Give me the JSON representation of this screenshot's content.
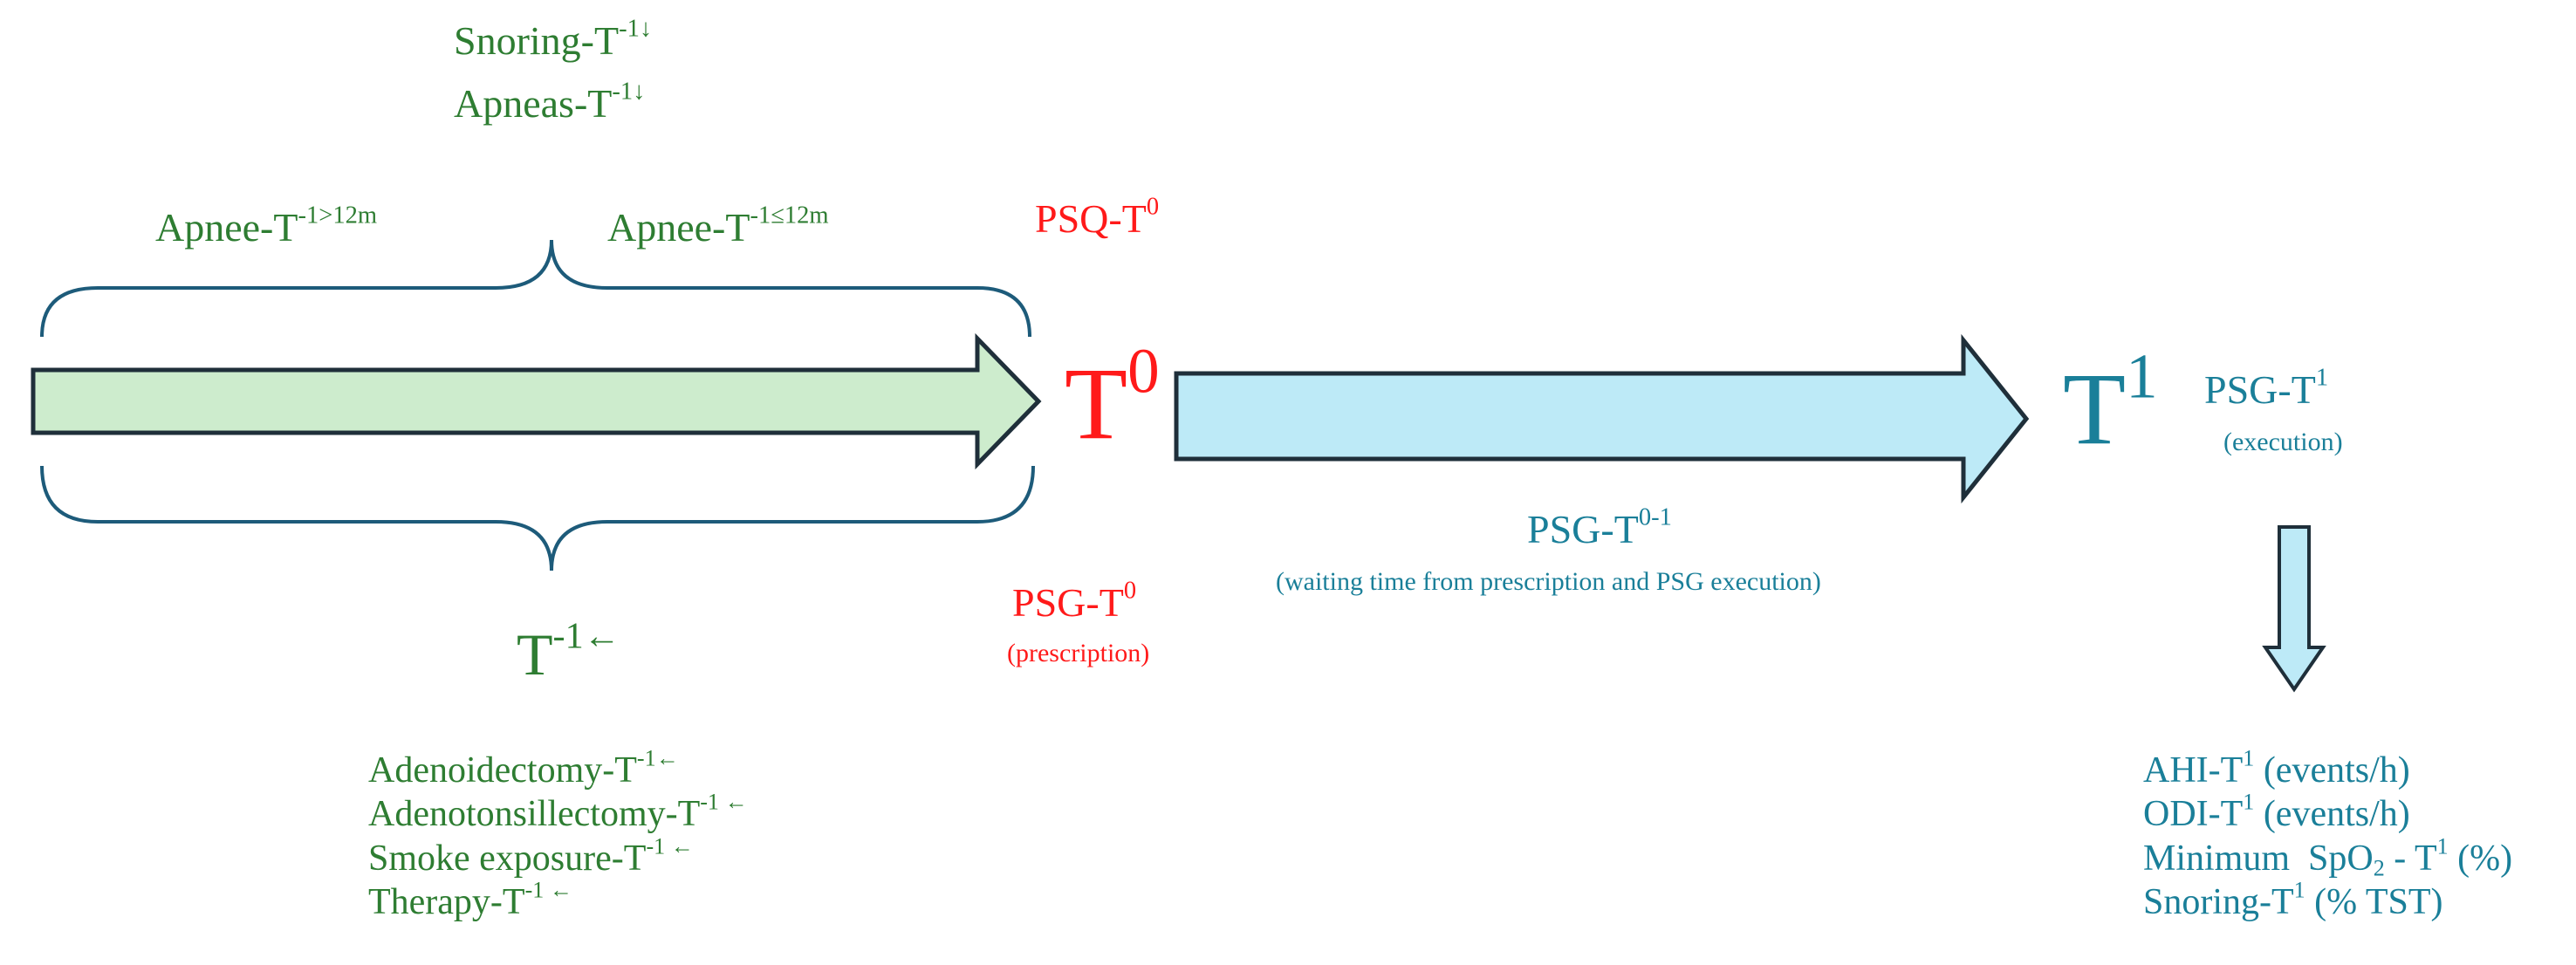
{
  "top": {
    "snoring": {
      "base": "Snoring-T",
      "sup": "-1↓"
    },
    "apneas": {
      "base": "Apneas-T",
      "sup": "-1↓"
    }
  },
  "brace_top": {
    "left": {
      "base": "Apnee-T",
      "sup": "-1>12m"
    },
    "right": {
      "base": "Apnee-T",
      "sup": "-1≤12m"
    }
  },
  "psq_t0": {
    "base": "PSQ-T",
    "sup": "0"
  },
  "t0": {
    "base": "T",
    "sup": "0"
  },
  "t1": {
    "base": "T",
    "sup": "1"
  },
  "psg_t1": {
    "base": "PSG-T",
    "sup": "1",
    "note": "(execution)"
  },
  "psg_t01": {
    "base": "PSG-T",
    "sup": "0-1",
    "note": "(waiting time from prescription and PSG execution)"
  },
  "psg_t0": {
    "base": "PSG-T",
    "sup": "0",
    "note": "(prescription)"
  },
  "t_minus1": {
    "base": "T",
    "sup": "-1←"
  },
  "factors": [
    {
      "base": "Adenoidectomy-T",
      "sup": "-1←"
    },
    {
      "base": "Adenotonsillectomy-T",
      "sup": "-1 ←"
    },
    {
      "base": "Smoke exposure-T",
      "sup": "-1 ←"
    },
    {
      "base": "Therapy-T",
      "sup": "-1 ←"
    }
  ],
  "outcomes": [
    {
      "base": "AHI-T",
      "sup": "1",
      "tail": " (events/h)"
    },
    {
      "base": "ODI-T",
      "sup": "1",
      "tail": " (events/h)"
    },
    {
      "pre": "Minimum  SpO",
      "sub": "2",
      "base": " - T",
      "sup": "1",
      "tail": " (%)"
    },
    {
      "base": "Snoring-T",
      "sup": "1",
      "tail": " (% TST)"
    }
  ],
  "colors": {
    "green_arrow": "#cdeccd",
    "blue_arrow": "#bdeaf7",
    "outline": "#1f2f3a",
    "brace": "#1d5b7a"
  }
}
